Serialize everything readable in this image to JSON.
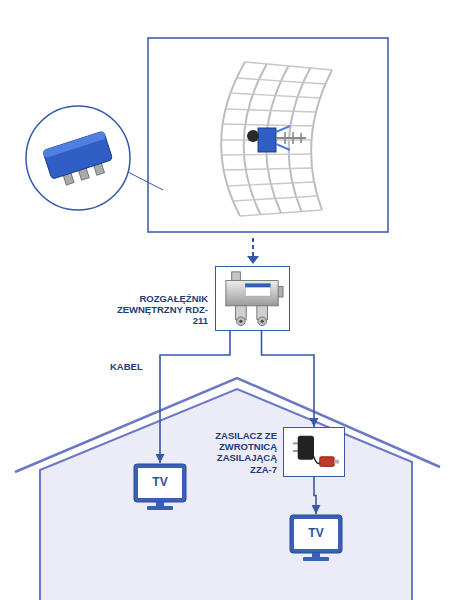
{
  "diagram": {
    "nodes": [
      {
        "text": [
          "ROZGAŁĘŹNIK ZEWNĘTRZNY RDZ-211"
        ]
      },
      {
        "text": [
          "ZASILACZ ZE ZWROTNICĄ ZASILAJĄCĄ ZZA-7"
        ]
      },
      {
        "text": [
          "TV"
        ]
      },
      {
        "text": [
          "TV"
        ]
      }
    ],
    "edges": [
      {
        "from": 0,
        "to": 2,
        "arrow": "to",
        "label": "KABEL"
      },
      {
        "from": 0,
        "to": 1,
        "arrow": "to"
      },
      {
        "from": 1,
        "to": 3,
        "arrow": "to"
      }
    ]
  }
}
